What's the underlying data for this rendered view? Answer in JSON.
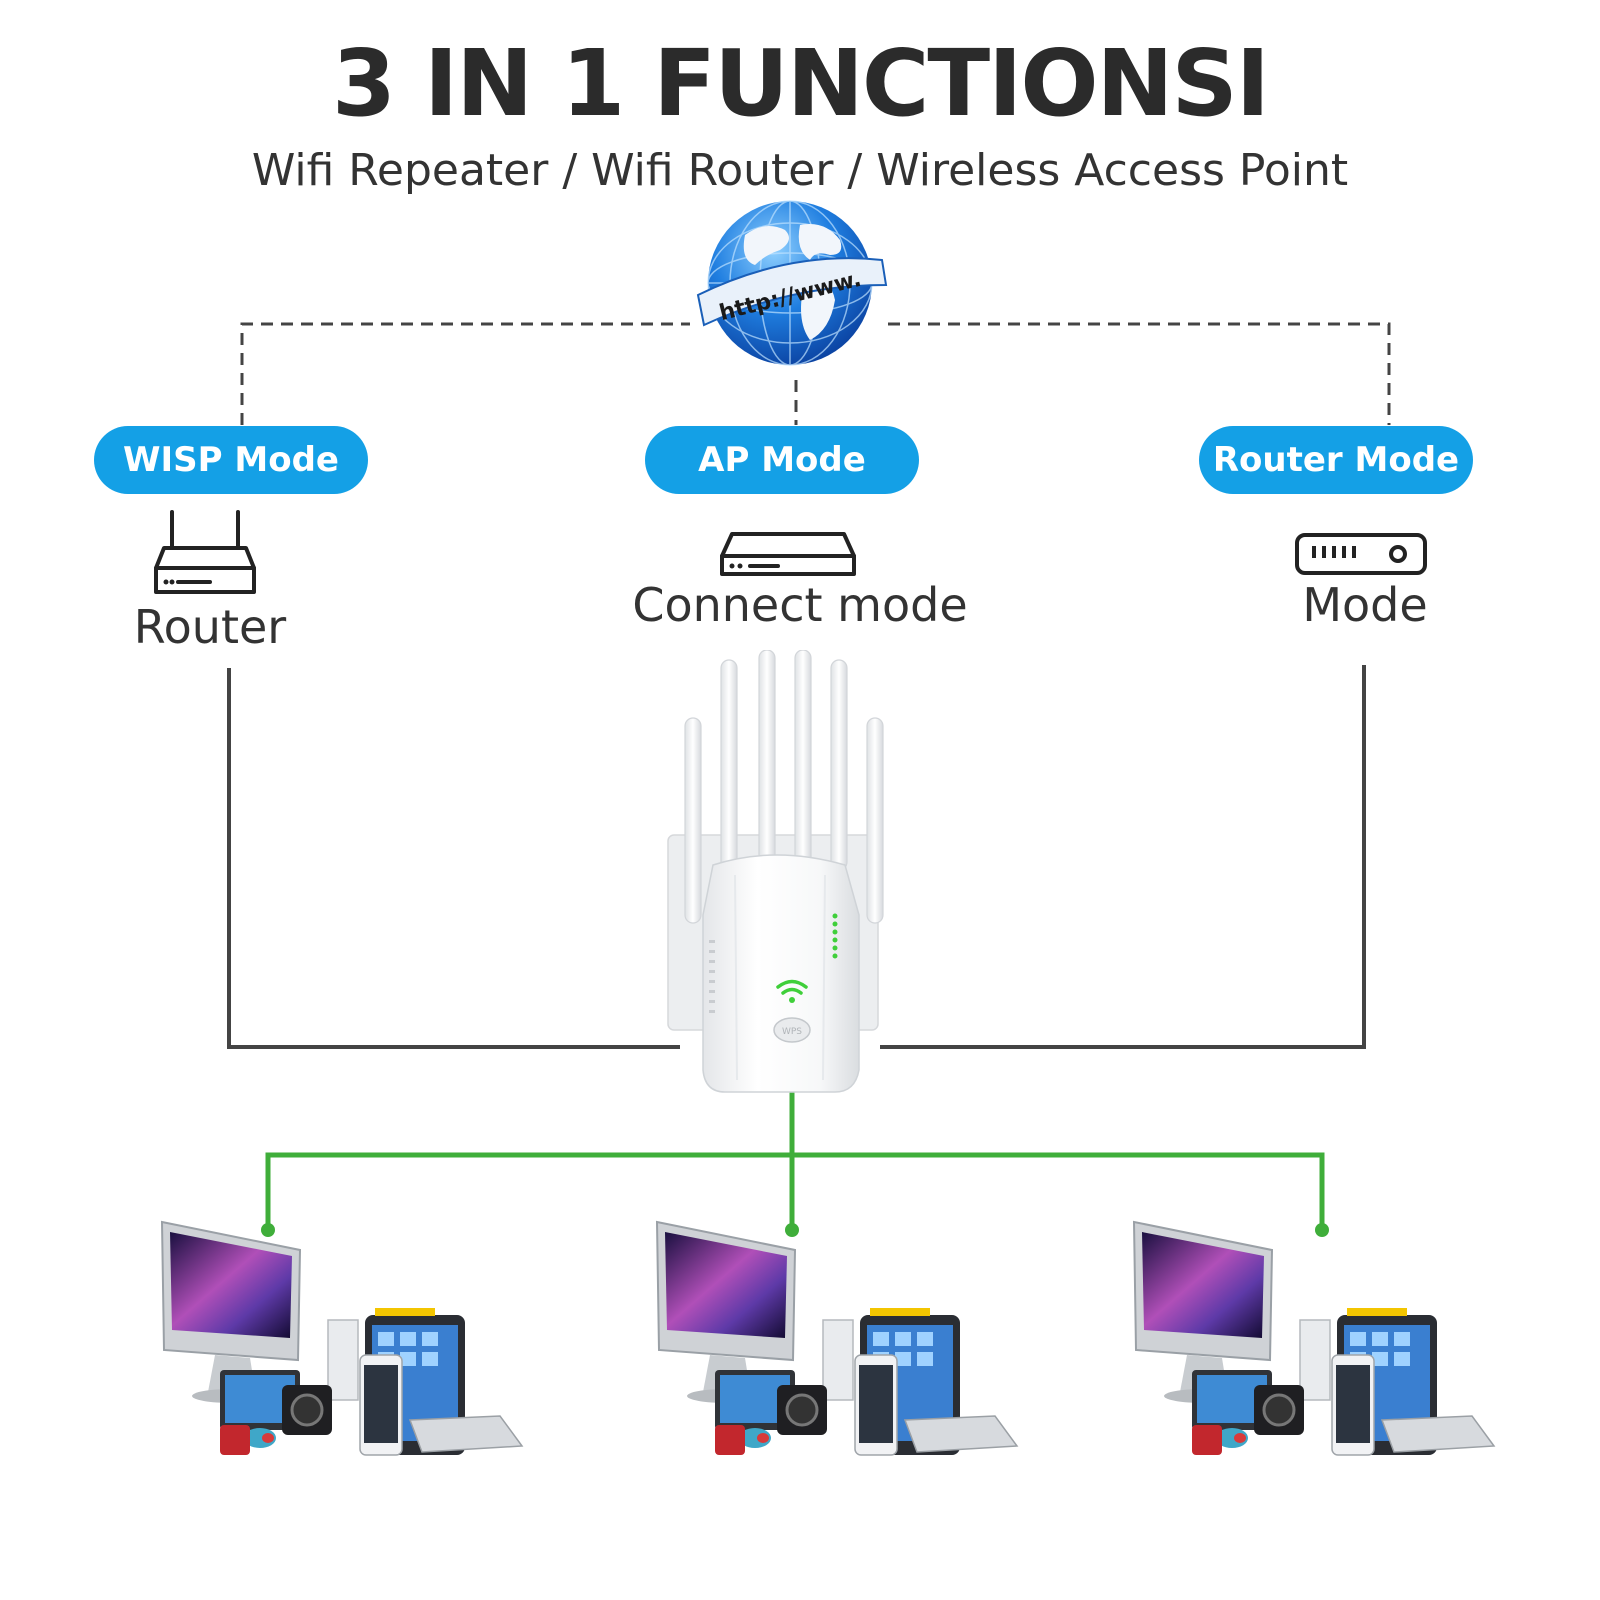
{
  "header": {
    "title": "3 IN 1 FUNCTIONSI",
    "subtitle": "Wifi Repeater / Wifi Router / Wireless Access Point"
  },
  "globe": {
    "label": "http://www.",
    "icon": "globe-icon"
  },
  "modes": [
    {
      "label": "WISP Mode",
      "caption": "Router",
      "icon": "router-icon"
    },
    {
      "label": "AP Mode",
      "caption": "Connect mode",
      "icon": "access-point-icon"
    },
    {
      "label": "Router Mode",
      "caption": "Mode",
      "icon": "switch-icon"
    }
  ],
  "device": {
    "icon": "wifi-extender-icon",
    "wps_label": "WPS",
    "led_count": 6
  },
  "client_groups": [
    {
      "icon": "client-devices-icon"
    },
    {
      "icon": "client-devices-icon"
    },
    {
      "icon": "client-devices-icon"
    }
  ],
  "colors": {
    "accent": "#14a0e6",
    "link_green": "#3fae3a",
    "line_dark": "#444444",
    "text": "#333333"
  }
}
